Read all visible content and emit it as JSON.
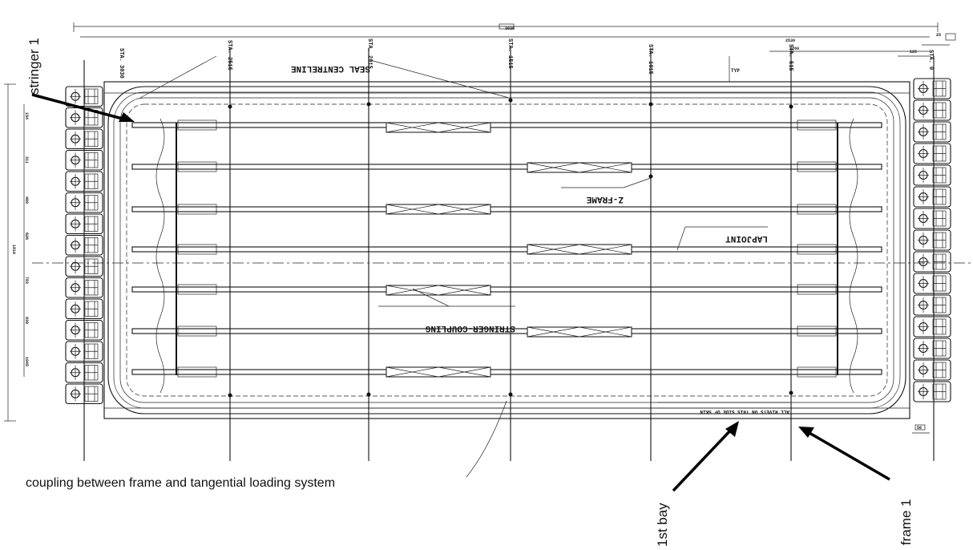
{
  "annotations": {
    "stringer_1": "stringer 1",
    "coupling": "coupling between frame and tangential loading system",
    "first_bay": "1st bay",
    "frame_1": "frame 1"
  },
  "drawing_labels": {
    "seal_centreline": "SEAL CENTRELINE",
    "z_frame": "Z-FRAME",
    "lapjoint": "LAPJOINT",
    "stringer_coupling": "STRINGER-COUPLING",
    "rivets_note": "ALL RIVETS ON THIS SIDE OF SKIN",
    "typ": "TYP"
  },
  "stations": [
    "STA. 3030",
    "STA. 2515",
    "STA. 2015",
    "STA. 1515",
    "STA. 1015",
    "STA. 515",
    "STA. 0"
  ],
  "top_dimensions": {
    "overall": "3030",
    "d1": "2530",
    "d2": "2760",
    "d3": "125",
    "d4": "25"
  },
  "left_dimensions": {
    "total": "1810",
    "s1": "154",
    "s2": "311",
    "s3": "469",
    "s4": "626",
    "s5": "783",
    "s6": "939",
    "s7": "1045"
  },
  "bottom_dimension": "56",
  "colors": {
    "line": "#111111",
    "background": "#ffffff"
  }
}
